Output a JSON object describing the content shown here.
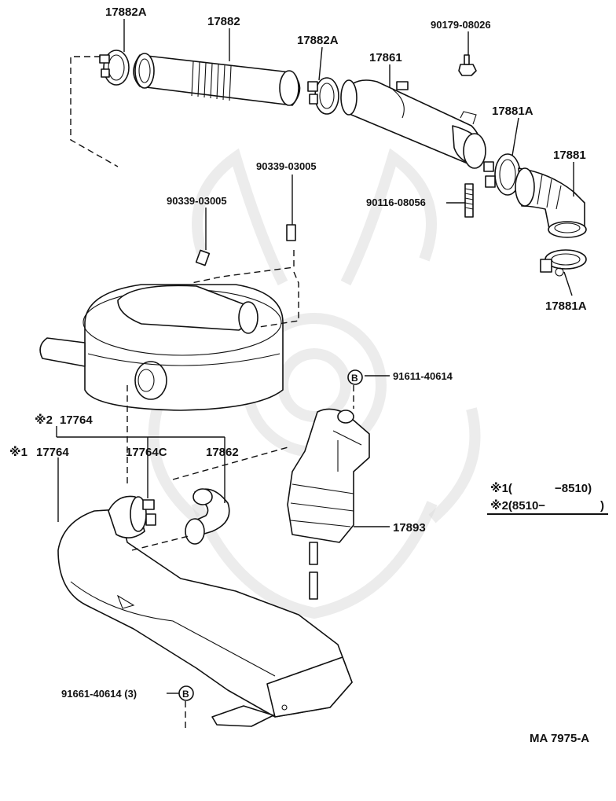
{
  "colors": {
    "ink": "#111111",
    "paper": "#ffffff",
    "watermark": "#dcdcdc"
  },
  "icons": {
    "bolt_marker": "circled-letter-B"
  },
  "part_labels": {
    "p17882A_left": "17882A",
    "p17882": "17882",
    "p17882A_right": "17882A",
    "p17861": "17861",
    "p90179": "90179-08026",
    "p17881A_top": "17881A",
    "p17881": "17881",
    "p90116": "90116-08056",
    "p17881A_bottom": "17881A",
    "p90339_a": "90339-03005",
    "p90339_b": "90339-03005",
    "p91611": "91611-40614",
    "p17764_2": "17764",
    "p17764_1": "17764",
    "p17764C": "17764C",
    "p17862": "17862",
    "p17893": "17893",
    "p91661": "91661-40614 (3)"
  },
  "markers": {
    "bolt_b_1": "B",
    "bolt_b_2": "B",
    "ref_2": "※2",
    "ref_1": "※1"
  },
  "legend": {
    "row1_mark": "※1(",
    "row1_range": "−8510)",
    "row2_mark": "※2(8510−",
    "row2_close": ")"
  },
  "footer": {
    "code": "MA  7975-A"
  }
}
